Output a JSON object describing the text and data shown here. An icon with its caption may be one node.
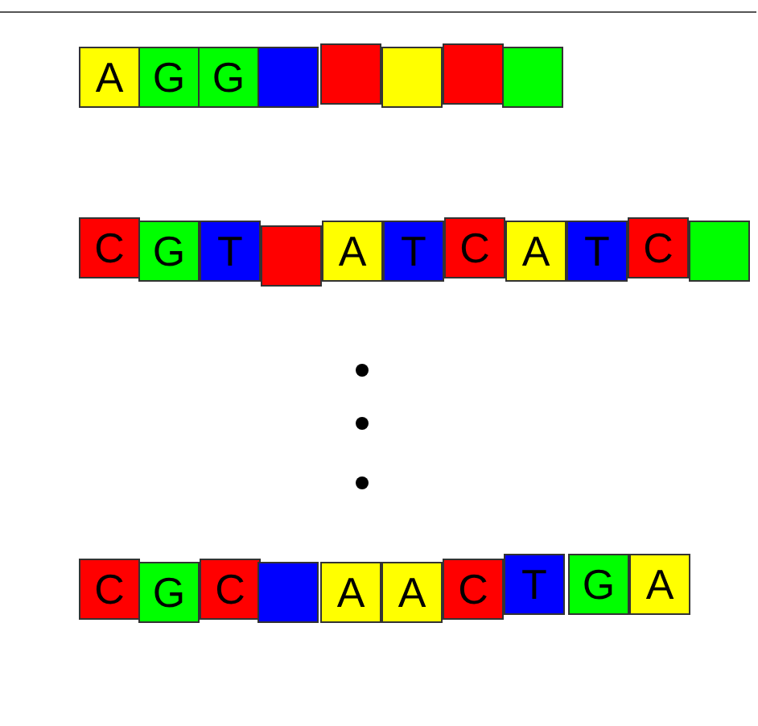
{
  "diagram": {
    "nodes": [
      {
        "text": [
          "A"
        ]
      },
      {
        "text": [
          "G"
        ]
      },
      {
        "text": [
          "G"
        ]
      },
      {
        "text": [],
        "shape": "box"
      },
      {
        "text": [],
        "shape": "box"
      },
      {
        "text": [],
        "shape": "box"
      },
      {
        "text": [],
        "shape": "box"
      },
      {
        "text": [],
        "shape": "box"
      },
      {
        "text": [
          "C"
        ]
      },
      {
        "text": [
          "G"
        ]
      },
      {
        "text": [
          "T"
        ]
      },
      {
        "text": [],
        "shape": "box"
      },
      {
        "text": [
          "A"
        ]
      },
      {
        "text": [
          "T"
        ]
      },
      {
        "text": [
          "C"
        ]
      },
      {
        "text": [
          "A"
        ]
      },
      {
        "text": [
          "T"
        ]
      },
      {
        "text": [
          "C"
        ]
      },
      {
        "text": [],
        "shape": "box"
      },
      {
        "text": [
          "C"
        ]
      },
      {
        "text": [
          "G"
        ]
      },
      {
        "text": [
          "C"
        ]
      },
      {
        "text": [],
        "shape": "box"
      },
      {
        "text": [
          "A"
        ]
      },
      {
        "text": [
          "A"
        ]
      },
      {
        "text": [
          "C"
        ]
      },
      {
        "text": [
          "T"
        ]
      },
      {
        "text": [
          "G"
        ]
      },
      {
        "text": [
          "A"
        ]
      }
    ],
    "edges": []
  }
}
